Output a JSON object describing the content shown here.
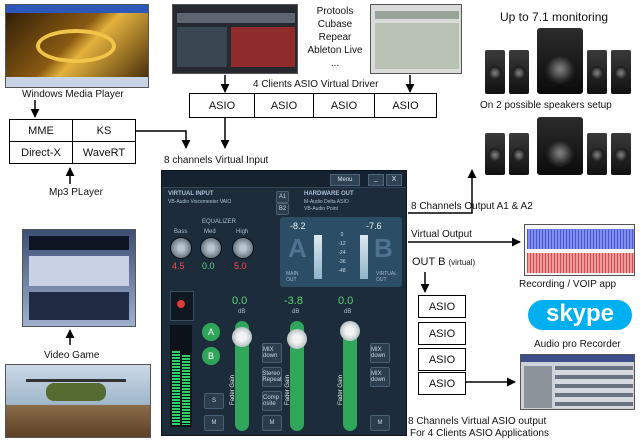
{
  "sources": {
    "wmp_label": "Windows Media Player",
    "mp3_label": "Mp3 PLayer",
    "game_label": "Video Game"
  },
  "drivers": [
    "MME",
    "KS",
    "Direct-X",
    "WaveRT"
  ],
  "daw_list": [
    "Protools",
    "Cubase",
    "Repear",
    "Ableton Live",
    "..."
  ],
  "asio_clients": {
    "title": "4 Clients ASIO Virtual Driver",
    "boxes": [
      "ASIO",
      "ASIO",
      "ASIO",
      "ASIO"
    ]
  },
  "virtual_input_label": "8 channels Virtual Input",
  "monitoring": {
    "title": "Up to 7.1 monitoring",
    "subtitle": "On 2 possible speakers setup"
  },
  "outputs": {
    "a1a2": "8 Channels Output A1 & A2",
    "virtual": "Virtual Output",
    "outb": "OUT B",
    "outb_note": "(virtual)",
    "asio_boxes": [
      "ASIO",
      "ASIO",
      "ASIO",
      "ASIO"
    ],
    "recording": "Recording / VOIP app",
    "audio_pro": "Audio pro Recorder",
    "skype_logo": "skype",
    "asio_output_line1": "8 Channels Virtual ASIO output",
    "asio_output_line2": "For 4 Clients ASIO Applications"
  },
  "mixer": {
    "menu": "Menu",
    "minimize": "_",
    "close": "X",
    "virtual_input_title": "VIRTUAL INPUT",
    "virtual_input_sub": "VB-Audio Voicemeeter VAIO",
    "a1": "A1",
    "b2": "B2",
    "hardware_out_title": "HARDWARE OUT",
    "hardware_out_sub1": "M-Audio Delta ASIO",
    "hardware_out_sub2": "VB-Audio Point",
    "equalizer": "EQUALIZER",
    "knobs": [
      {
        "label": "Bass",
        "value": "4.5",
        "color": "#ff4a4a"
      },
      {
        "label": "Med",
        "value": "0.0",
        "color": "#5fd17a"
      },
      {
        "label": "High",
        "value": "5.0",
        "color": "#ff4a4a"
      }
    ],
    "hw_left_db": "-8.2",
    "hw_right_db": "-7.6",
    "db_unit": "dB",
    "vu_letter_a": "A",
    "vu_letter_b": "B",
    "main_out": "MAIN OUT",
    "virtual_out": "VIRTUAL OUT",
    "scale": [
      "0",
      "-12",
      "-24",
      "-36",
      "-48"
    ],
    "fader1_db": "0.0",
    "fader2_db": "-3.8",
    "fader3_db": "0.0",
    "fader_label": "Fader Gain",
    "bus_a": "A",
    "bus_b": "B",
    "s_btn": "S",
    "m_btn": "M",
    "mix_down": "MIX down",
    "stereo_repeat": "Stereo Repeat",
    "composite": "Comp osite",
    "color_input": "#2fa65a"
  }
}
